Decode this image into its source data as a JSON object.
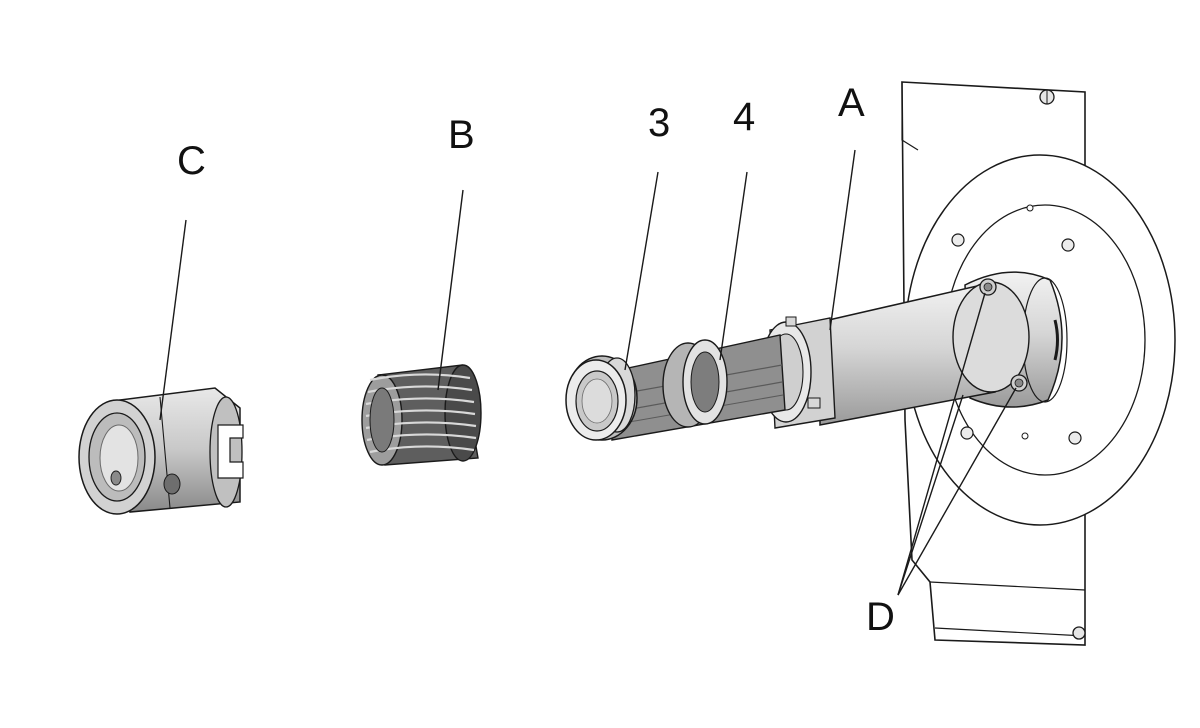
{
  "labels": {
    "C": "C",
    "B": "B",
    "three": "3",
    "four": "4",
    "A": "A",
    "D": "D"
  },
  "colors": {
    "line": "#1a1a1a",
    "part_light": "#e4e4e4",
    "part_mid": "#bdbdbd",
    "part_dark": "#6e6e6e",
    "background": "#ffffff"
  }
}
